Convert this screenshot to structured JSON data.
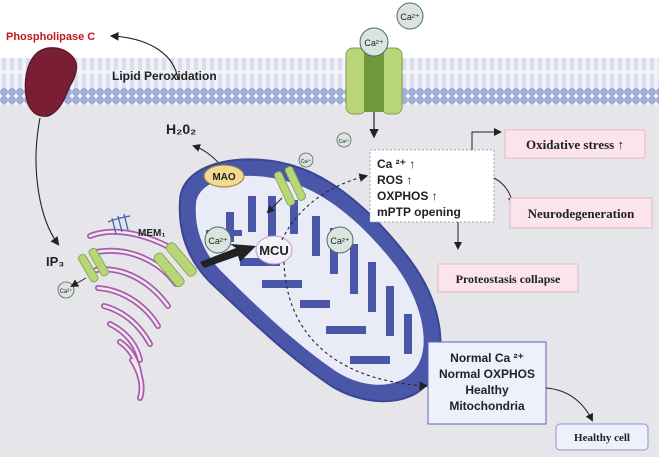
{
  "labels": {
    "phospholipase_c": "Phospholipase C",
    "lipid_peroxidation": "Lipid Peroxidation",
    "h2o2": "H₂0₂",
    "mao": "MAO",
    "ip3": "IP₃",
    "mem1": "MEM₁",
    "mcu": "MCU",
    "ca_ion": "Ca²⁺"
  },
  "stress_box": {
    "lines": [
      "Ca ²⁺ ↑",
      "ROS ↑",
      "OXPHOS ↑",
      "mPTP opening"
    ]
  },
  "outcomes": {
    "oxidative_stress": "Oxidative stress ↑",
    "neurodegeneration": "Neurodegeneration",
    "proteostasis": "Proteostasis collapse",
    "healthy_cell": "Healthy cell"
  },
  "healthy_box": {
    "lines": [
      "Normal Ca ²⁺",
      "Normal OXPHOS",
      "Healthy",
      "Mitochondria"
    ]
  },
  "colors": {
    "membrane_blue": "#8fa3d4",
    "mito_outer": "#4a57a8",
    "mito_inner_fill": "#e9ebf6",
    "er_purple": "#a55fa8",
    "channel_green": "#b8d57a",
    "outcome_pink": "#fbe4ea",
    "phospholipase_red": "#c0181b"
  }
}
